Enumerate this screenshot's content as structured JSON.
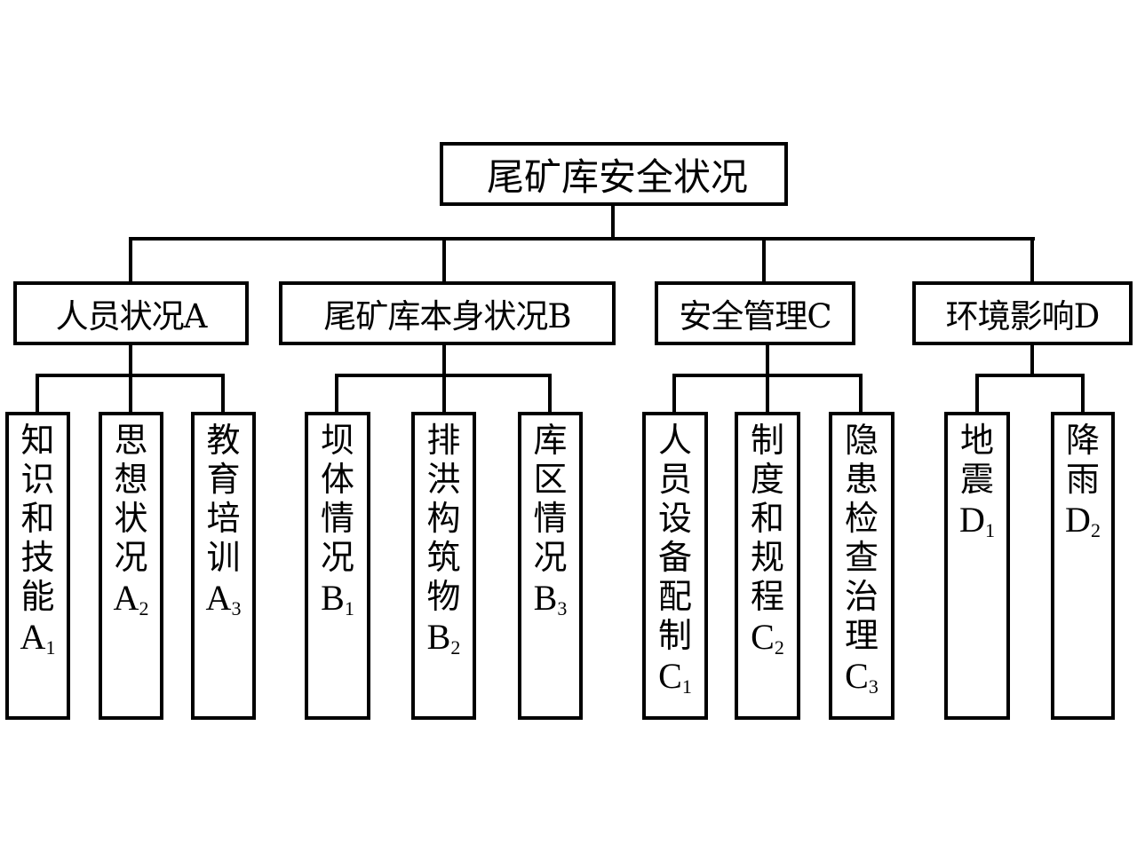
{
  "root": {
    "label": "尾矿库安全状况"
  },
  "categories": [
    {
      "label": "人员状况A",
      "items": [
        {
          "label": "知识和技能",
          "code": "A",
          "sub": "1"
        },
        {
          "label": "思想状况",
          "code": "A",
          "sub": "2"
        },
        {
          "label": "教育培训",
          "code": "A",
          "sub": "3"
        }
      ]
    },
    {
      "label": "尾矿库本身状况B",
      "items": [
        {
          "label": "坝体情况",
          "code": "B",
          "sub": "1"
        },
        {
          "label": "排洪构筑物",
          "code": "B",
          "sub": "2"
        },
        {
          "label": "库区情况",
          "code": "B",
          "sub": "3"
        }
      ]
    },
    {
      "label": "安全管理C",
      "items": [
        {
          "label": "人员设备配制",
          "code": "C",
          "sub": "1"
        },
        {
          "label": "制度和规程",
          "code": "C",
          "sub": "2"
        },
        {
          "label": "隐患检查治理",
          "code": "C",
          "sub": "3"
        }
      ]
    },
    {
      "label": "环境影响D",
      "items": [
        {
          "label": "地震",
          "code": "D",
          "sub": "1"
        },
        {
          "label": "降雨",
          "code": "D",
          "sub": "2"
        }
      ]
    }
  ]
}
